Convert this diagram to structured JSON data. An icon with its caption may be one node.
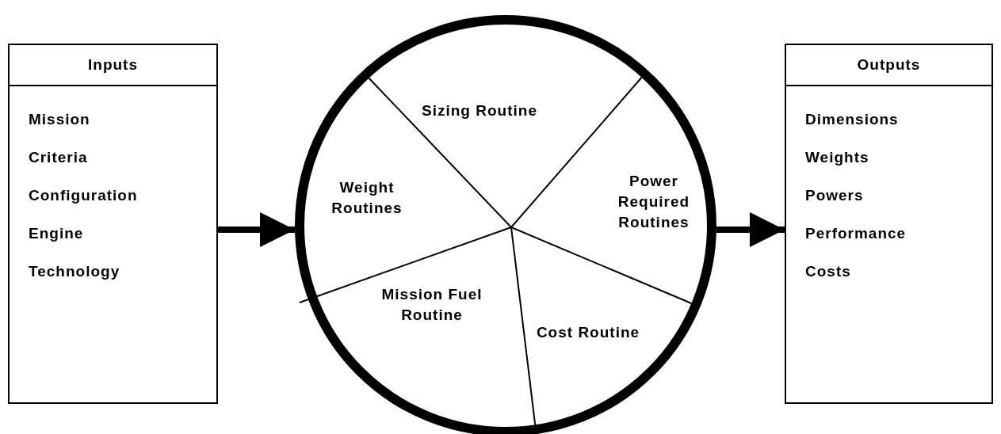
{
  "diagram": {
    "nodes": [
      {
        "text": [
          "Inputs",
          "Mission",
          "Criteria",
          "Configuration",
          "Engine",
          "Technology"
        ]
      },
      {
        "text": [],
        "shape": "circle"
      },
      {
        "text": [
          "Sizing Routine"
        ],
        "in": 1
      },
      {
        "text": [
          "Weight Routines"
        ],
        "in": 1
      },
      {
        "text": [
          "Power Required Routines"
        ],
        "in": 1
      },
      {
        "text": [
          "Mission Fuel Routine"
        ],
        "in": 1
      },
      {
        "text": [
          "Cost Routine"
        ],
        "in": 1
      },
      {
        "text": [
          "Outputs",
          "Dimensions",
          "Weights",
          "Powers",
          "Performance",
          "Costs"
        ]
      }
    ],
    "edges": [
      {
        "from": 0,
        "to": 1,
        "arrow": "to"
      },
      {
        "from": 1,
        "to": 7,
        "arrow": "to"
      }
    ]
  }
}
